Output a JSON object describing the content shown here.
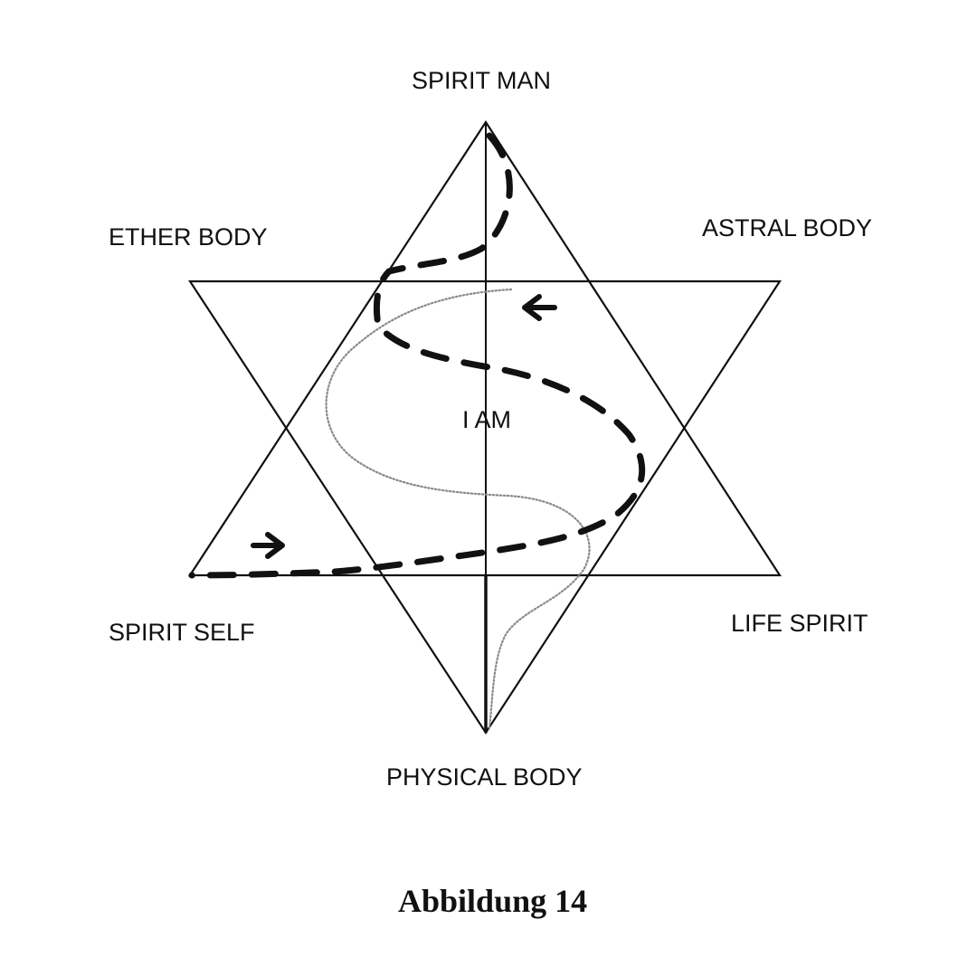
{
  "labels": {
    "spirit_man": "SPIRIT MAN",
    "ether_body": "ETHER BODY",
    "astral_body": "ASTRAL BODY",
    "i_am": "I AM",
    "spirit_self": "SPIRIT SELF",
    "life_spirit": "LIFE SPIRIT",
    "physical_body": "PHYSICAL BODY"
  },
  "caption": "Abbildung 14",
  "colors": {
    "ink": "#111111",
    "dotted_curve": "#8a8a8a",
    "background": "#ffffff"
  }
}
